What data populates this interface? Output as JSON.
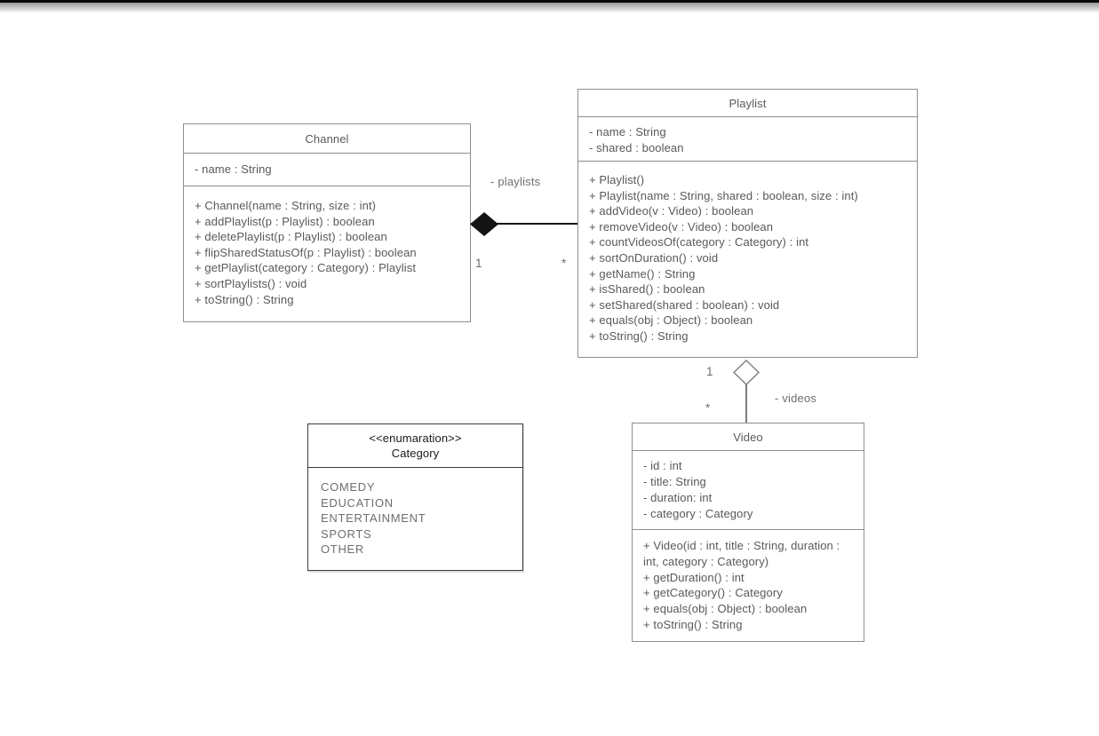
{
  "diagram": {
    "colors": {
      "class_border": "#8f8f8f",
      "enum_border": "#3a3a3a",
      "text": "#595959",
      "muted_text": "#6e6e6e",
      "enum_title_text": "#1a1a1a",
      "composition_color": "#141414",
      "aggregation_color": "#7d7d7d"
    },
    "classes": {
      "channel": {
        "title": "Channel",
        "attributes": [
          "- name : String"
        ],
        "methods": [
          "+ Channel(name : String, size : int)",
          "+ addPlaylist(p : Playlist) : boolean",
          "+ deletePlaylist(p : Playlist) : boolean",
          "+ flipSharedStatusOf(p : Playlist) : boolean",
          "+ getPlaylist(category : Category) : Playlist",
          "+ sortPlaylists() : void",
          "+ toString() : String"
        ]
      },
      "playlist": {
        "title": "Playlist",
        "attributes": [
          "- name : String",
          "- shared : boolean"
        ],
        "methods": [
          "+ Playlist()",
          "+ Playlist(name : String, shared : boolean, size : int)",
          "+ addVideo(v : Video) : boolean",
          "+ removeVideo(v : Video) : boolean",
          "+ countVideosOf(category : Category) : int",
          "+ sortOnDuration() : void",
          "+ getName() : String",
          "+ isShared() : boolean",
          "+ setShared(shared : boolean) : void",
          "+ equals(obj : Object) : boolean",
          "+ toString() : String"
        ]
      },
      "video": {
        "title": "Video",
        "attributes": [
          "- id : int",
          "- title: String",
          "- duration: int",
          "- category : Category"
        ],
        "methods": [
          "+ Video(id : int, title : String, duration : int, category : Category)",
          "+ getDuration() : int",
          "+ getCategory() : Category",
          "+ equals(obj : Object) : boolean",
          "+ toString() : String"
        ]
      }
    },
    "enumeration": {
      "stereotype": "<<enumaration>>",
      "title": "Category",
      "values": [
        "COMEDY",
        "EDUCATION",
        "ENTERTAINMENT",
        "SPORTS",
        "OTHER"
      ]
    },
    "relationships": {
      "composition": {
        "type": "composition",
        "from": "Channel",
        "to": "Playlist",
        "label": "- playlists",
        "from_multiplicity": "1",
        "to_multiplicity": "*"
      },
      "aggregation": {
        "type": "aggregation",
        "from": "Playlist",
        "to": "Video",
        "label": "- videos",
        "from_multiplicity": "1",
        "to_multiplicity": "*"
      }
    }
  }
}
